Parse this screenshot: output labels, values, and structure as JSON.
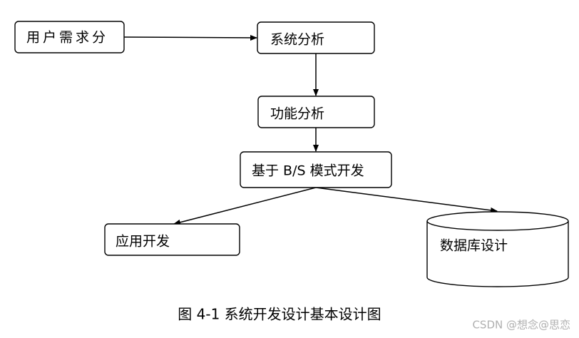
{
  "diagram": {
    "nodes": {
      "user_requirements": "用户需求分",
      "system_analysis": "系统分析",
      "function_analysis": "功能分析",
      "bs_development": "基于 B/S 模式开发",
      "app_development": "应用开发",
      "database_design": "数据库设计"
    },
    "caption": "图 4-1 系统开发设计基本设计图",
    "watermark": "CSDN @想念@思恋"
  }
}
